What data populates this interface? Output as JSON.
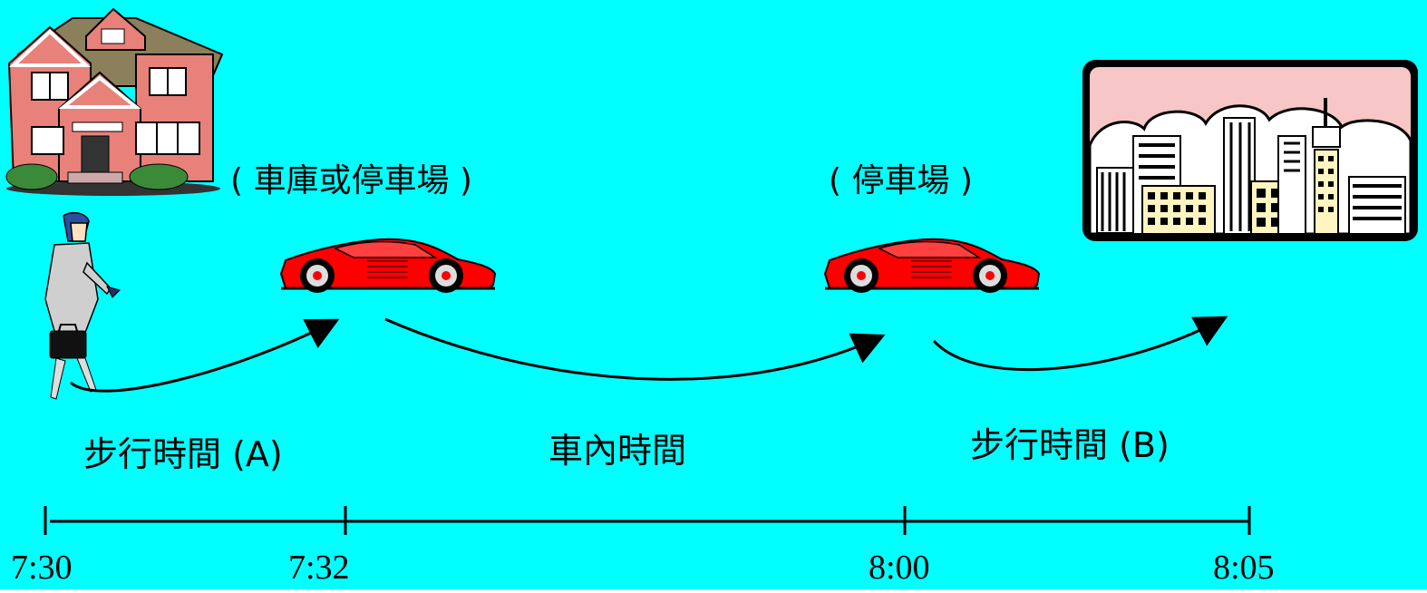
{
  "colors": {
    "background": "#00ffff",
    "car": "#ff0000",
    "arrow": "#000000",
    "house_wall": "#e8817a",
    "roof": "#8b7f5c",
    "sky": "#f7c6c6"
  },
  "places": {
    "origin_parking": "( 車庫或停車場 )",
    "destination_parking": "( 停車場 )"
  },
  "segments": {
    "walk_a": "步行時間 (A)",
    "in_vehicle": "車內時間",
    "walk_b": "步行時間 (B)"
  },
  "timeline": {
    "ticks": [
      "7:30",
      "7:32",
      "8:00",
      "8:05"
    ]
  },
  "icons": [
    "house-icon",
    "walking-person-icon",
    "red-car-icon",
    "red-car-icon",
    "city-skyline-icon"
  ]
}
